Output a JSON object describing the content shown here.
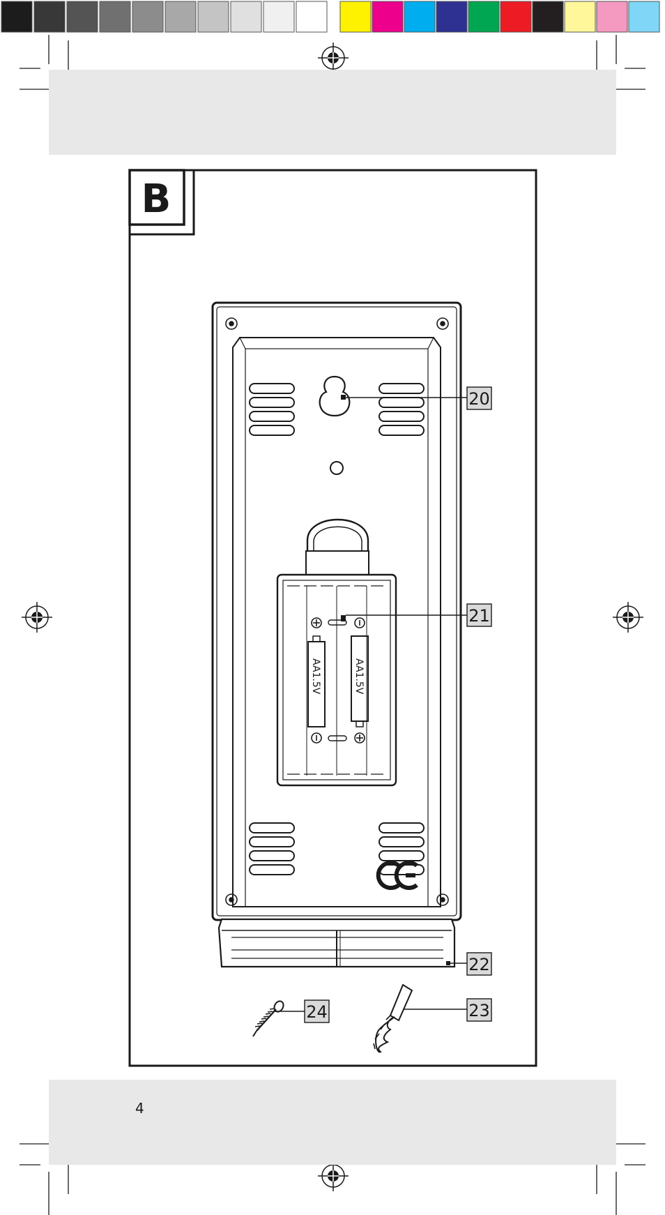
{
  "color_bar": {
    "swatches": [
      "#1c1c1c",
      "#383838",
      "#545454",
      "#707070",
      "#8c8c8c",
      "#a8a8a8",
      "#c4c4c4",
      "#e0e0e0",
      "#f0f0f0",
      "#ffffff",
      "#fff200",
      "#ec008c",
      "#00aeef",
      "#2e3192",
      "#00a651",
      "#ed1c24",
      "#231f20",
      "#fff799",
      "#f49ac1",
      "#7fd6f7"
    ]
  },
  "figure": {
    "letter": "B",
    "callouts": [
      {
        "id": "hanging-hole",
        "label": "20"
      },
      {
        "id": "battery-compartment",
        "label": "21"
      },
      {
        "id": "stand",
        "label": "22"
      },
      {
        "id": "wall-plug",
        "label": "23"
      },
      {
        "id": "screw",
        "label": "24"
      }
    ],
    "battery_label": "AA1.5V"
  },
  "footer": {
    "page_number": "4"
  }
}
